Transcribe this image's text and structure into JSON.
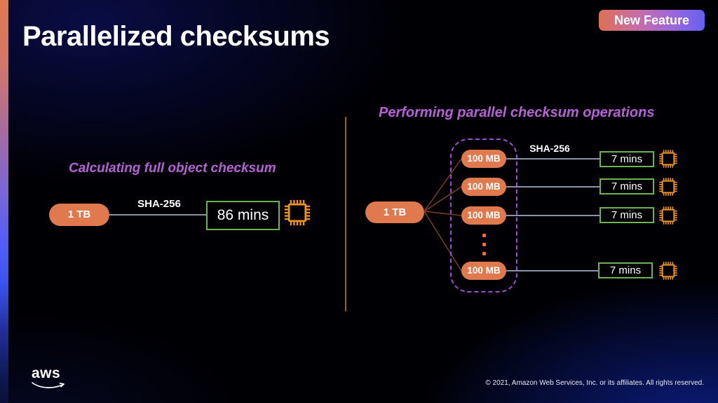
{
  "slide": {
    "title": "Parallelized checksums",
    "badge_label": "New Feature",
    "footer_copyright": "© 2021, Amazon Web Services, Inc. or its affiliates. All rights reserved.",
    "logo_text": "aws"
  },
  "left_diagram": {
    "heading": "Calculating full object checksum",
    "input_label": "1 TB",
    "algorithm_label": "SHA-256",
    "result_label": "86 mins"
  },
  "right_diagram": {
    "heading": "Performing parallel checksum operations",
    "input_label": "1 TB",
    "algorithm_label": "SHA-256",
    "chunks": [
      {
        "label": "100 MB",
        "result": "7 mins"
      },
      {
        "label": "100 MB",
        "result": "7 mins"
      },
      {
        "label": "100 MB",
        "result": "7 mins"
      },
      {
        "label": "100 MB",
        "result": "7 mins"
      }
    ]
  },
  "colors": {
    "pill_orange": "#e0794d",
    "chip_orange": "#ee9220",
    "result_green": "#6ab450",
    "heading_purple": "#b761d6",
    "dashed_purple": "#9b4fd0",
    "connector_gray": "#8a93a8",
    "divider_orange": "#a3572b",
    "badge_gradient_start": "#dd7056",
    "badge_gradient_end": "#6660f2"
  }
}
